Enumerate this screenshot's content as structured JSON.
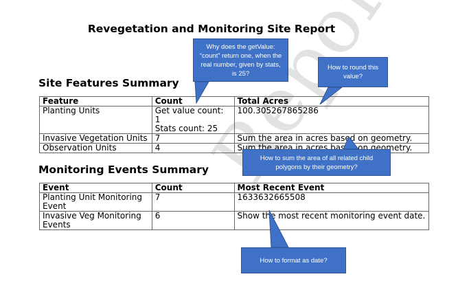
{
  "watermark": "Report",
  "report_title": "Revegetation and Monitoring Site Report",
  "features_summary": {
    "heading": "Site Features Summary",
    "columns": [
      "Feature",
      "Count",
      "Total Acres"
    ],
    "rows": [
      {
        "feature": "Planting Units",
        "count_lines": [
          "Get value count: 1",
          "Stats count: 25"
        ],
        "acres": "100.305267865286"
      },
      {
        "feature": "Invasive Vegetation Units",
        "count_lines": [
          "7"
        ],
        "acres": "Sum the area in acres based on geometry."
      },
      {
        "feature": "Observation Units",
        "count_lines": [
          "4"
        ],
        "acres": "Sum the area in acres based on geometry."
      }
    ]
  },
  "events_summary": {
    "heading": "Monitoring Events Summary",
    "columns": [
      "Event",
      "Count",
      "Most Recent Event"
    ],
    "rows": [
      {
        "event": "Planting Unit Monitoring Event",
        "count": "7",
        "recent": "1633632665508"
      },
      {
        "event": "Invasive Veg Monitoring Events",
        "count": "6",
        "recent": "Show the most recent monitoring event date."
      }
    ]
  },
  "callouts": {
    "getvalue_question": "Why does the getValue: “count” return one, when the real number, given by stats, is 25?",
    "round_question": "How to round this value?",
    "sum_question": "How to sum the area of all related child polygons by their geometry?",
    "date_question": "How to format as date?"
  },
  "colors": {
    "callout_fill": "#3f72c6",
    "callout_border": "#2f5597",
    "watermark": "#d9d9d9"
  }
}
